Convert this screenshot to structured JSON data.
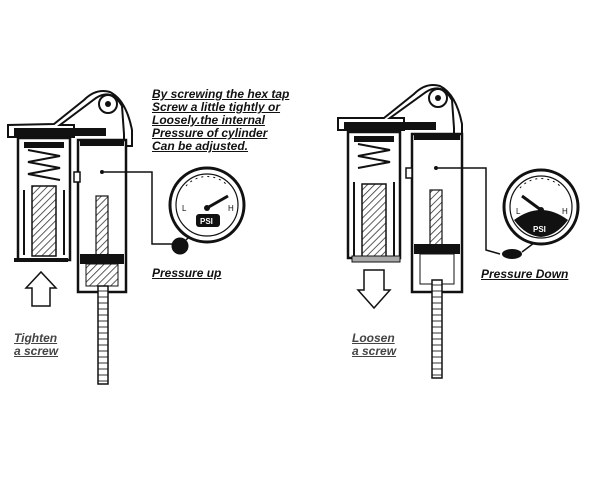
{
  "note": {
    "lines": [
      "By screwing the hex tap",
      "Screw a little tightly or",
      "Loosely.the internal",
      "Pressure of cylinder",
      "Can be adjusted."
    ]
  },
  "left": {
    "gauge_label": "Pressure up",
    "action_lines": [
      "Tighten",
      "a screw"
    ],
    "gauge_unit": "PSI",
    "gauge_low": "L",
    "gauge_high": "H"
  },
  "right": {
    "gauge_label": "Pressure Down",
    "action_lines": [
      "Loosen",
      "a screw"
    ],
    "gauge_unit": "PSI",
    "gauge_low": "L",
    "gauge_high": "H"
  }
}
